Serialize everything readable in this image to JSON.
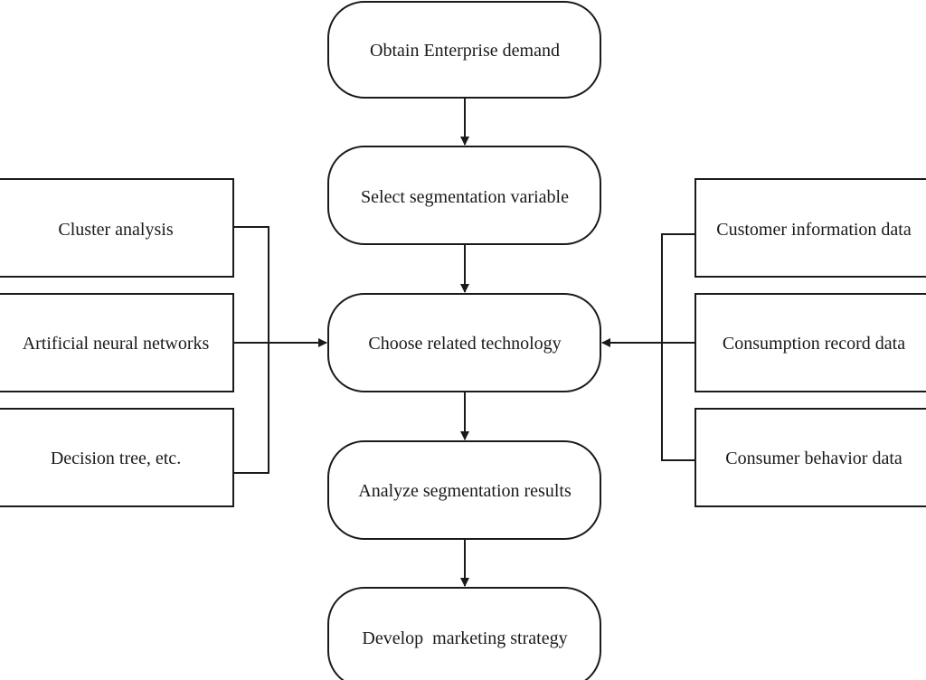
{
  "flow": {
    "steps": [
      "Obtain Enterprise demand",
      "Select segmentation variable",
      "Choose related technology",
      "Analyze segmentation results",
      "Develop  marketing strategy"
    ]
  },
  "techniques": {
    "items": [
      "Cluster analysis",
      "Artificial neural networks",
      "Decision tree, etc."
    ]
  },
  "data_sources": {
    "items": [
      "Customer information data",
      "Consumption record data",
      "Consumer behavior data"
    ]
  }
}
